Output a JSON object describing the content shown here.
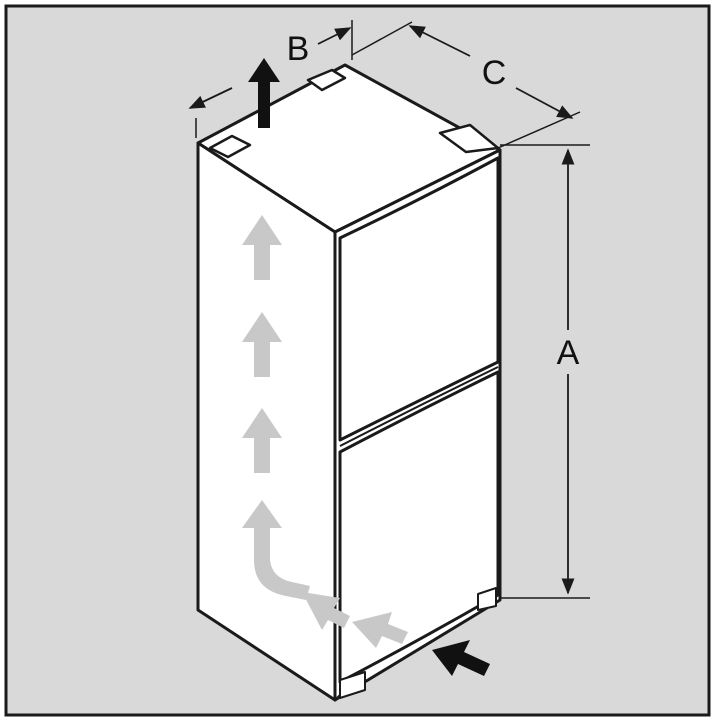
{
  "colors": {
    "background": "#d9d9d9",
    "appliance": "#ffffff",
    "outline": "#1a1a1a",
    "airflow_arrow": "#c8c8c8",
    "solid_arrow": "#111111"
  },
  "dimensions": {
    "height_label": "A",
    "depth_label": "B",
    "width_label": "C"
  },
  "icons": {
    "fridge": "fridge-freezer-outline",
    "airflow": "arrow-up-grey",
    "intake": "arrow-intake-black",
    "exhaust": "arrow-up-black"
  }
}
